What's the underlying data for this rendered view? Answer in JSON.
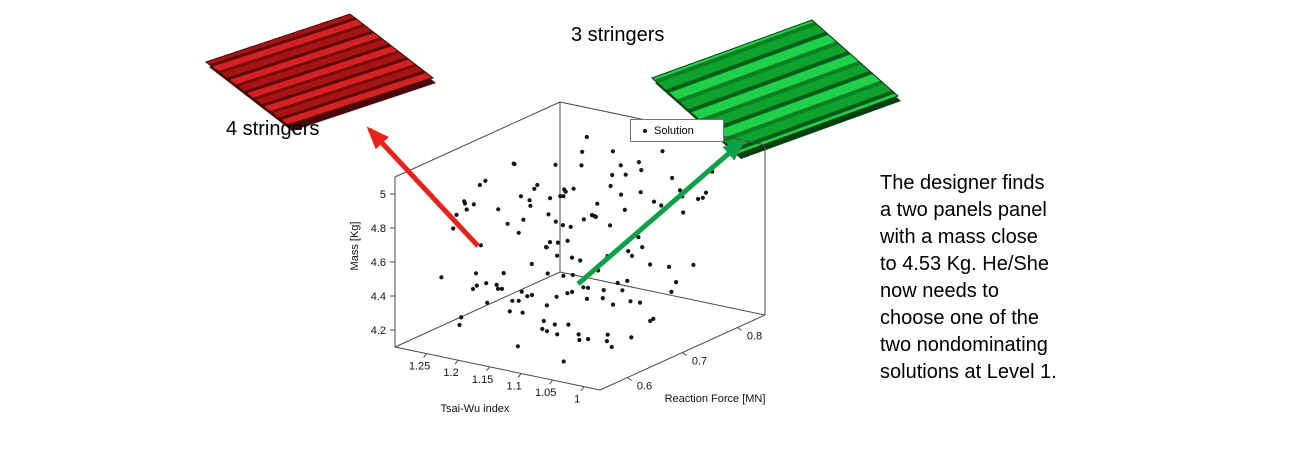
{
  "figure": {
    "background": "#ffffff"
  },
  "panels": {
    "red": {
      "label": "4 stringers",
      "stringers": 4,
      "color": "#a81414"
    },
    "green": {
      "label": "3 stringers",
      "stringers": 3,
      "color": "#0da32c"
    }
  },
  "arrows": {
    "red_color": "#e8231c",
    "green_color": "#0ca04a"
  },
  "annotation": {
    "lines": [
      "The designer finds",
      "a two panels panel",
      "with a mass close",
      "to 4.53 Kg. He/She",
      "now needs to",
      "choose one of the",
      "two nondominating",
      "solutions at Level 1."
    ]
  },
  "chart_data": {
    "type": "scatter",
    "projection": "3d",
    "title": "",
    "xlabel": "Tsai-Wu index",
    "ylabel": "Reaction Force [MN]",
    "zlabel": "Mass [Kg]",
    "x_ticks": [
      1.25,
      1.2,
      1.15,
      1.1,
      1.05,
      1
    ],
    "y_ticks": [
      0.6,
      0.7,
      0.8
    ],
    "z_ticks": [
      4.2,
      4.4,
      4.6,
      4.8,
      5
    ],
    "x_range": [
      0.975,
      1.3
    ],
    "y_range": [
      0.55,
      0.85
    ],
    "z_range": [
      4.1,
      5.1
    ],
    "grid": false,
    "legend": {
      "label": "Solution",
      "position": "top-right",
      "marker": "point"
    },
    "marker_color": "#141414",
    "points": [
      [
        1.02,
        0.62,
        4.93
      ],
      [
        1.05,
        0.71,
        4.97
      ],
      [
        1.08,
        0.66,
        4.88
      ],
      [
        1.11,
        0.78,
        4.95
      ],
      [
        1.14,
        0.6,
        4.9
      ],
      [
        1.17,
        0.74,
        4.99
      ],
      [
        1.2,
        0.68,
        4.85
      ],
      [
        1.23,
        0.81,
        4.92
      ],
      [
        1.26,
        0.63,
        4.87
      ],
      [
        0.99,
        0.76,
        4.94
      ],
      [
        1.03,
        0.8,
        4.82
      ],
      [
        1.06,
        0.58,
        4.96
      ],
      [
        1.09,
        0.72,
        4.91
      ],
      [
        1.12,
        0.65,
        4.98
      ],
      [
        1.15,
        0.77,
        4.84
      ],
      [
        1.18,
        0.6,
        4.93
      ],
      [
        1.21,
        0.7,
        4.88
      ],
      [
        1.24,
        0.83,
        4.97
      ],
      [
        1.27,
        0.67,
        4.9
      ],
      [
        1.0,
        0.73,
        4.86
      ],
      [
        1.04,
        0.61,
        4.99
      ],
      [
        1.07,
        0.79,
        4.92
      ],
      [
        1.1,
        0.64,
        4.83
      ],
      [
        1.13,
        0.75,
        4.95
      ],
      [
        1.16,
        0.69,
        4.89
      ],
      [
        1.19,
        0.82,
        4.94
      ],
      [
        1.22,
        0.57,
        4.91
      ],
      [
        1.25,
        0.71,
        4.98
      ],
      [
        1.01,
        0.66,
        4.81
      ],
      [
        1.05,
        0.84,
        4.9
      ],
      [
        1.08,
        0.59,
        4.95
      ],
      [
        1.11,
        0.7,
        4.87
      ],
      [
        1.14,
        0.81,
        4.93
      ],
      [
        1.17,
        0.63,
        4.97
      ],
      [
        1.2,
        0.76,
        4.8
      ],
      [
        1.23,
        0.6,
        4.89
      ],
      [
        1.26,
        0.72,
        4.96
      ],
      [
        1.02,
        0.78,
        4.85
      ],
      [
        1.06,
        0.64,
        4.92
      ],
      [
        1.1,
        0.74,
        4.99
      ],
      [
        1.13,
        0.58,
        4.86
      ],
      [
        1.16,
        0.8,
        4.91
      ],
      [
        1.19,
        0.67,
        4.84
      ],
      [
        1.22,
        0.75,
        4.94
      ],
      [
        1.25,
        0.62,
        4.88
      ],
      [
        1.0,
        0.69,
        4.96
      ],
      [
        1.04,
        0.77,
        4.9
      ],
      [
        1.07,
        0.6,
        4.83
      ],
      [
        1.12,
        0.83,
        4.98
      ],
      [
        1.15,
        0.66,
        4.93
      ],
      [
        1.18,
        0.72,
        4.87
      ],
      [
        1.21,
        0.59,
        4.95
      ],
      [
        1.24,
        0.74,
        4.82
      ],
      [
        1.27,
        0.68,
        4.91
      ],
      [
        1.03,
        0.65,
        4.75
      ],
      [
        1.09,
        0.78,
        4.78
      ],
      [
        1.14,
        0.71,
        4.74
      ],
      [
        1.2,
        0.64,
        4.77
      ],
      [
        1.05,
        0.6,
        4.73
      ],
      [
        1.11,
        0.75,
        4.76
      ],
      [
        1.17,
        0.68,
        4.79
      ],
      [
        1.23,
        0.78,
        4.73
      ],
      [
        1.08,
        0.82,
        4.76
      ],
      [
        1.26,
        0.61,
        4.74
      ],
      [
        1.0,
        0.63,
        4.78
      ],
      [
        1.19,
        0.58,
        4.74
      ],
      [
        1.02,
        0.58,
        4.32
      ],
      [
        1.05,
        0.65,
        4.22
      ],
      [
        1.08,
        0.72,
        4.41
      ],
      [
        1.11,
        0.6,
        4.28
      ],
      [
        1.14,
        0.68,
        4.35
      ],
      [
        1.17,
        0.75,
        4.19
      ],
      [
        1.2,
        0.62,
        4.44
      ],
      [
        1.23,
        0.7,
        4.26
      ],
      [
        1.26,
        0.78,
        4.38
      ],
      [
        0.99,
        0.64,
        4.47
      ],
      [
        1.03,
        0.71,
        4.24
      ],
      [
        1.06,
        0.59,
        4.36
      ],
      [
        1.09,
        0.66,
        4.45
      ],
      [
        1.12,
        0.74,
        4.21
      ],
      [
        1.15,
        0.61,
        4.33
      ],
      [
        1.18,
        0.69,
        4.42
      ],
      [
        1.21,
        0.77,
        4.27
      ],
      [
        1.24,
        0.63,
        4.39
      ],
      [
        1.27,
        0.71,
        4.23
      ],
      [
        1.0,
        0.67,
        4.31
      ],
      [
        1.04,
        0.75,
        4.48
      ],
      [
        1.07,
        0.62,
        4.25
      ],
      [
        1.1,
        0.7,
        4.37
      ],
      [
        1.13,
        0.58,
        4.46
      ],
      [
        1.16,
        0.66,
        4.2
      ],
      [
        1.19,
        0.73,
        4.34
      ],
      [
        1.22,
        0.6,
        4.43
      ],
      [
        1.25,
        0.68,
        4.29
      ],
      [
        1.01,
        0.72,
        4.4
      ],
      [
        1.05,
        0.57,
        4.18
      ],
      [
        1.08,
        0.64,
        4.49
      ],
      [
        1.11,
        0.71,
        4.3
      ],
      [
        1.14,
        0.78,
        4.22
      ],
      [
        1.17,
        0.65,
        4.36
      ],
      [
        1.2,
        0.73,
        4.45
      ],
      [
        1.23,
        0.59,
        4.27
      ],
      [
        1.26,
        0.67,
        4.33
      ],
      [
        1.02,
        0.74,
        4.42
      ],
      [
        1.06,
        0.61,
        4.24
      ],
      [
        1.1,
        0.69,
        4.5
      ],
      [
        1.13,
        0.76,
        4.3
      ],
      [
        1.16,
        0.63,
        4.39
      ],
      [
        1.19,
        0.7,
        4.21
      ],
      [
        1.22,
        0.78,
        4.35
      ],
      [
        1.25,
        0.64,
        4.44
      ],
      [
        1.0,
        0.6,
        4.26
      ],
      [
        1.04,
        0.68,
        4.38
      ],
      [
        1.07,
        0.75,
        4.47
      ],
      [
        1.12,
        0.62,
        4.23
      ],
      [
        1.15,
        0.7,
        4.32
      ],
      [
        1.18,
        0.58,
        4.41
      ],
      [
        1.21,
        0.66,
        4.28
      ],
      [
        1.24,
        0.73,
        4.37
      ],
      [
        1.27,
        0.6,
        4.46
      ],
      [
        1.03,
        0.67,
        4.19
      ],
      [
        1.09,
        0.74,
        4.52
      ],
      [
        1.14,
        0.59,
        4.17
      ],
      [
        1.2,
        0.71,
        4.53
      ],
      [
        1.06,
        0.66,
        4.16
      ],
      [
        1.12,
        0.73,
        4.51
      ],
      [
        1.18,
        0.61,
        4.54
      ],
      [
        1.24,
        0.69,
        4.15
      ],
      [
        1.01,
        0.76,
        4.5
      ],
      [
        1.07,
        0.58,
        4.53
      ],
      [
        1.13,
        0.65,
        4.16
      ],
      [
        1.19,
        0.72,
        4.55
      ],
      [
        1.25,
        0.61,
        4.18
      ],
      [
        1.1,
        0.77,
        4.52
      ],
      [
        1.16,
        0.68,
        4.15
      ],
      [
        1.22,
        0.74,
        4.5
      ]
    ]
  }
}
